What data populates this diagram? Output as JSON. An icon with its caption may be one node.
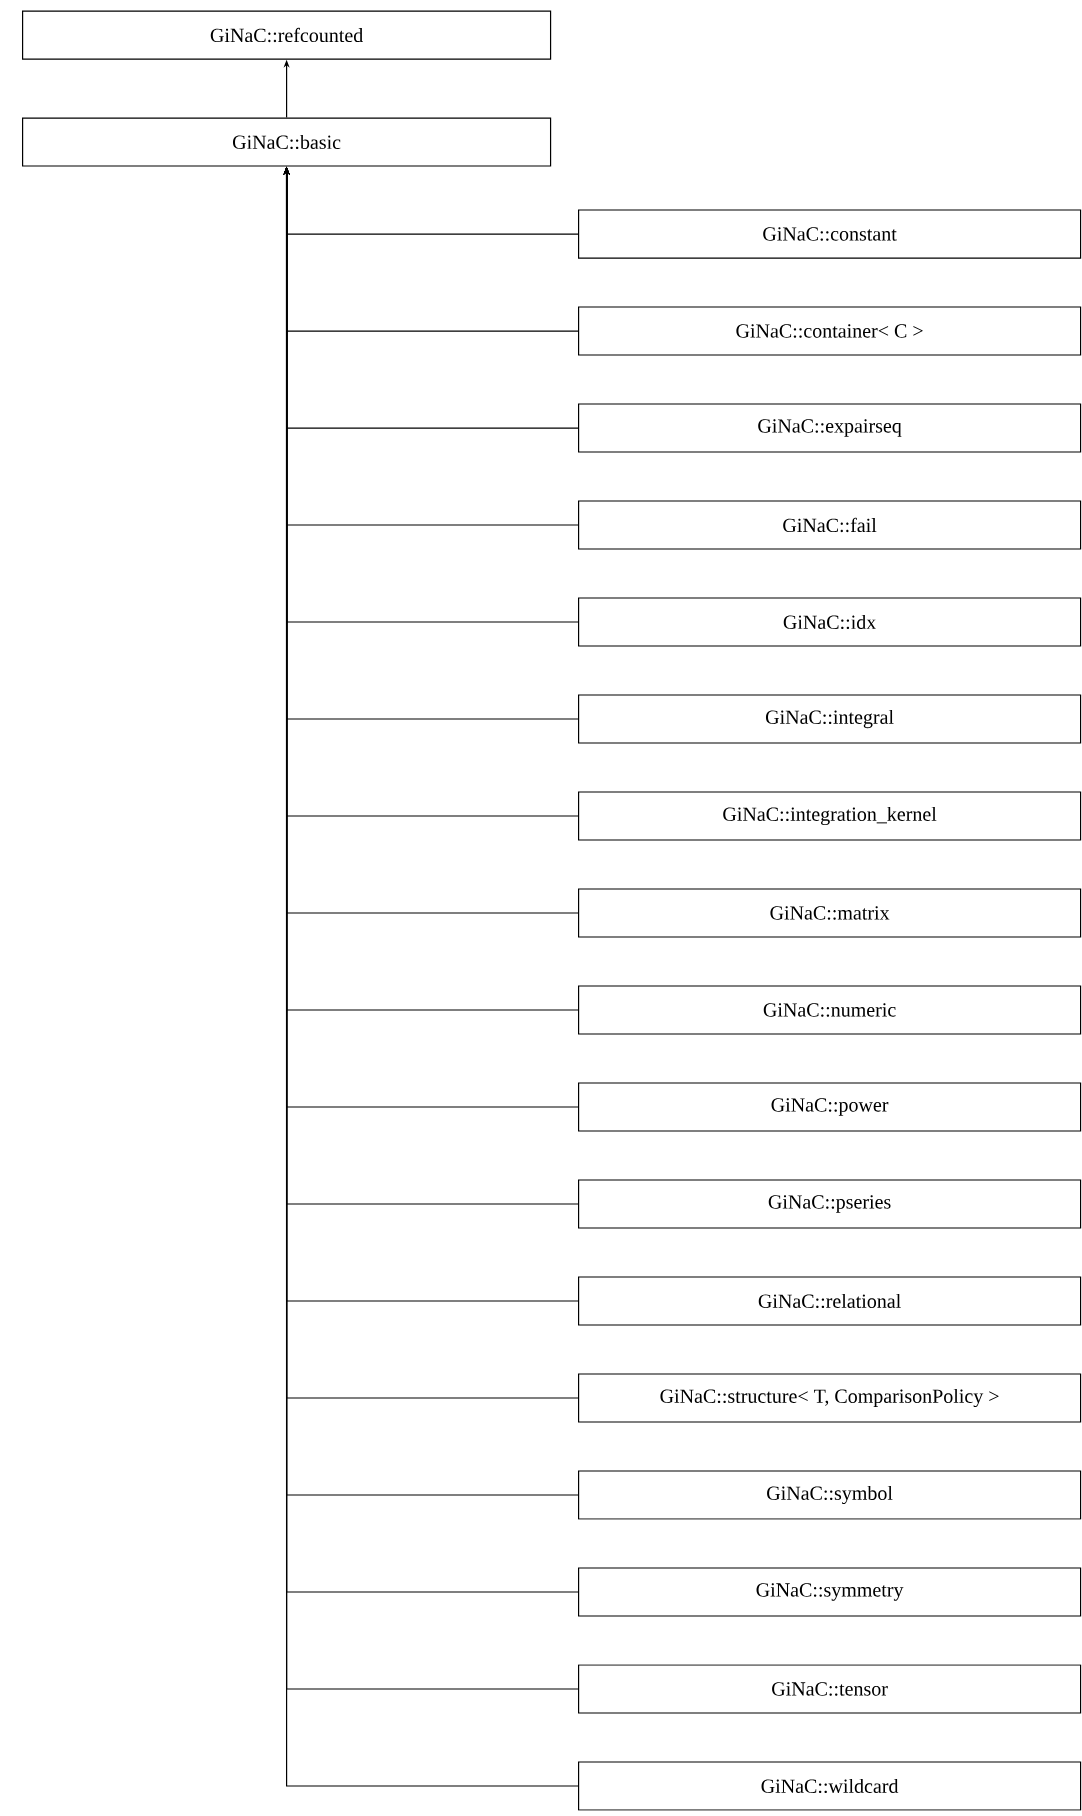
{
  "diagram": {
    "nodes": [
      {
        "text": [
          "GiNaC::refcounted"
        ]
      },
      {
        "text": [
          "GiNaC::basic"
        ]
      },
      {
        "text": [
          "GiNaC::constant"
        ]
      },
      {
        "text": [
          "GiNaC::container< C >"
        ]
      },
      {
        "text": [
          "GiNaC::expairseq"
        ]
      },
      {
        "text": [
          "GiNaC::fail"
        ]
      },
      {
        "text": [
          "GiNaC::idx"
        ]
      },
      {
        "text": [
          "GiNaC::integral"
        ]
      },
      {
        "text": [
          "GiNaC::integration_kernel"
        ]
      },
      {
        "text": [
          "GiNaC::matrix"
        ]
      },
      {
        "text": [
          "GiNaC::numeric"
        ]
      },
      {
        "text": [
          "GiNaC::power"
        ]
      },
      {
        "text": [
          "GiNaC::pseries"
        ]
      },
      {
        "text": [
          "GiNaC::relational"
        ]
      },
      {
        "text": [
          "GiNaC::structure< T, ComparisonPolicy >"
        ]
      },
      {
        "text": [
          "GiNaC::symbol"
        ]
      },
      {
        "text": [
          "GiNaC::symmetry"
        ]
      },
      {
        "text": [
          "GiNaC::tensor"
        ]
      },
      {
        "text": [
          "GiNaC::wildcard"
        ]
      }
    ],
    "edges": [
      {
        "from": 1,
        "to": 0,
        "arrow": "to"
      },
      {
        "from": 2,
        "to": 1,
        "arrow": "to"
      },
      {
        "from": 3,
        "to": 1,
        "arrow": "to"
      },
      {
        "from": 4,
        "to": 1,
        "arrow": "to"
      },
      {
        "from": 5,
        "to": 1,
        "arrow": "to"
      },
      {
        "from": 6,
        "to": 1,
        "arrow": "to"
      },
      {
        "from": 7,
        "to": 1,
        "arrow": "to"
      },
      {
        "from": 8,
        "to": 1,
        "arrow": "to"
      },
      {
        "from": 9,
        "to": 1,
        "arrow": "to"
      },
      {
        "from": 10,
        "to": 1,
        "arrow": "to"
      },
      {
        "from": 11,
        "to": 1,
        "arrow": "to"
      },
      {
        "from": 12,
        "to": 1,
        "arrow": "to"
      },
      {
        "from": 13,
        "to": 1,
        "arrow": "to"
      },
      {
        "from": 14,
        "to": 1,
        "arrow": "to"
      },
      {
        "from": 15,
        "to": 1,
        "arrow": "to"
      },
      {
        "from": 16,
        "to": 1,
        "arrow": "to"
      },
      {
        "from": 17,
        "to": 1,
        "arrow": "to"
      },
      {
        "from": 18,
        "to": 1,
        "arrow": "to"
      }
    ]
  }
}
